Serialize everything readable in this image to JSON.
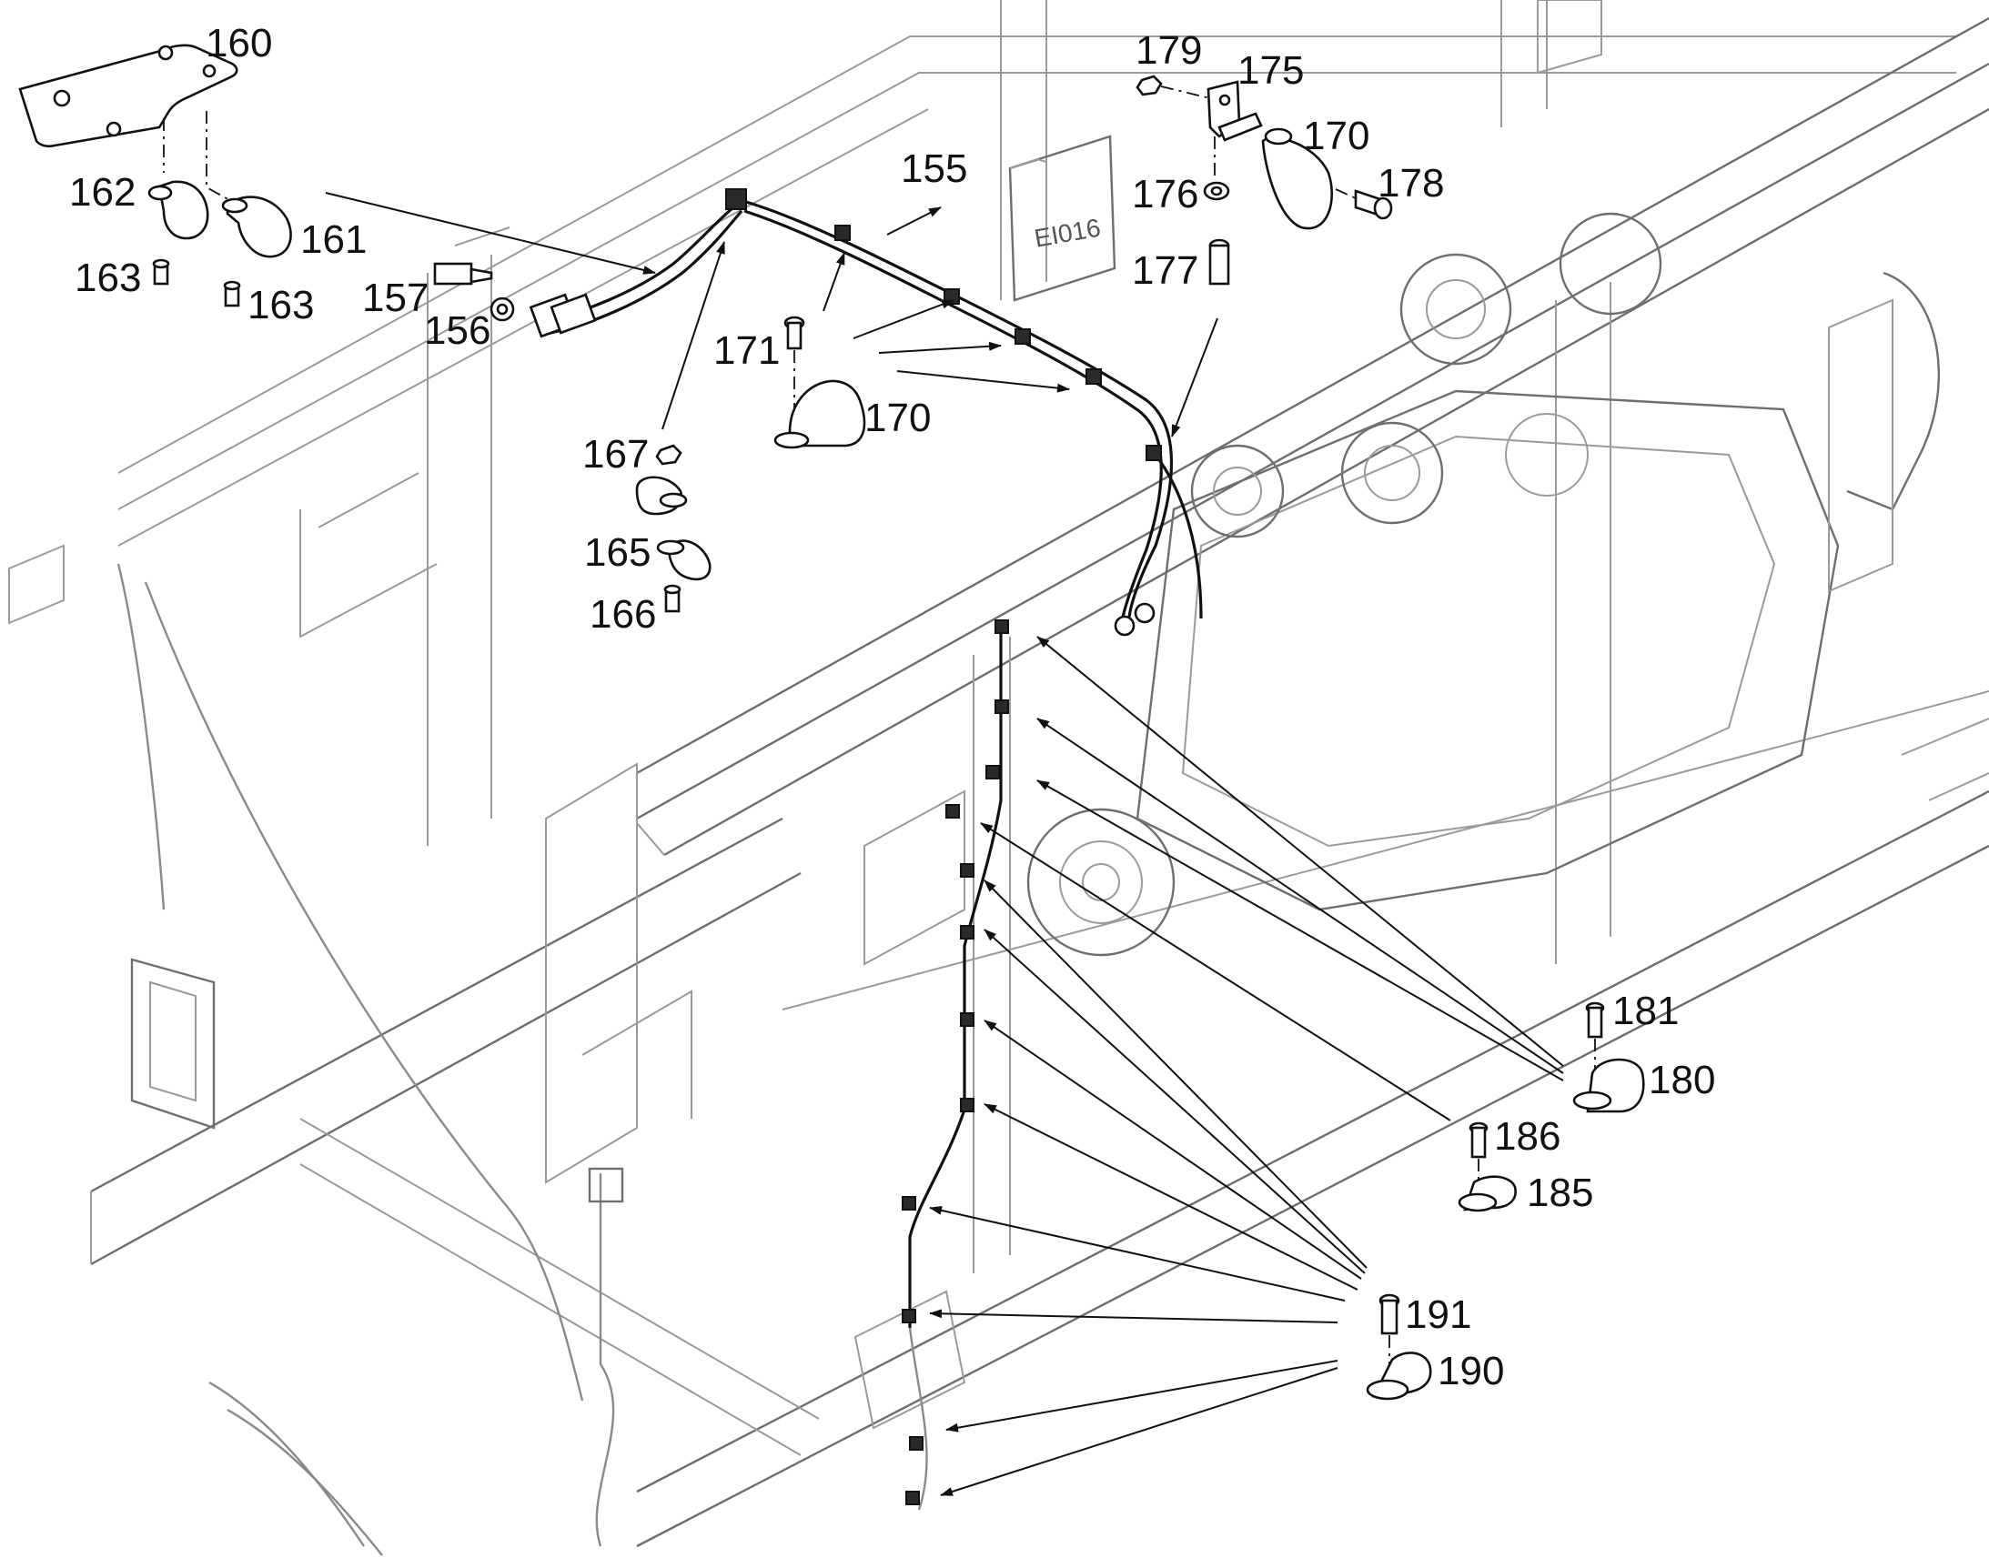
{
  "callouts": {
    "c155": "155",
    "c156": "156",
    "c157": "157",
    "c160": "160",
    "c161": "161",
    "c162": "162",
    "c163a": "163",
    "c163b": "163",
    "c165": "165",
    "c166": "166",
    "c167": "167",
    "c170a": "170",
    "c170b": "170",
    "c171": "171",
    "c175": "175",
    "c176": "176",
    "c177": "177",
    "c178": "178",
    "c179": "179",
    "c180": "180",
    "c181": "181",
    "c185": "185",
    "c186": "186",
    "c190": "190",
    "c191": "191"
  },
  "box_label": "EI016"
}
